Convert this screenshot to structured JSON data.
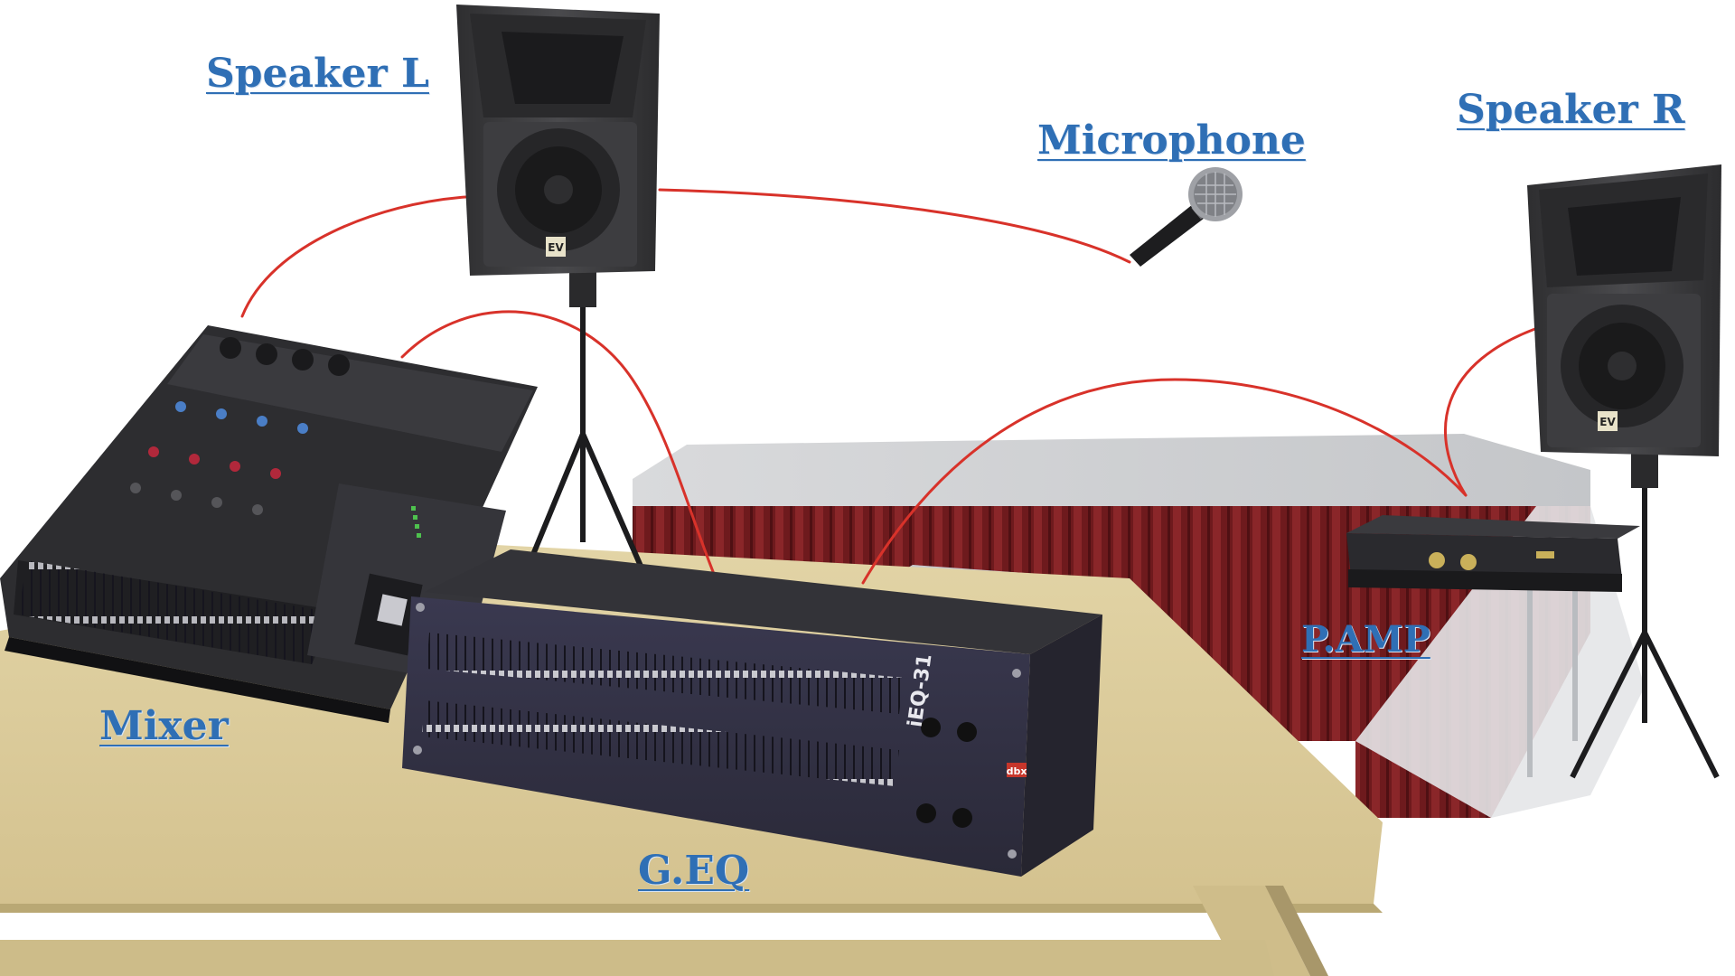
{
  "labels": {
    "speaker_left": "Speaker L",
    "speaker_right": "Speaker R",
    "microphone": "Microphone",
    "mixer": "Mixer",
    "geq": "G.EQ",
    "power_amp": "P.AMP"
  },
  "device_markings": {
    "speaker_brand": "EV",
    "geq_model": "iEQ-31",
    "geq_brand": "dbx"
  },
  "colors": {
    "label": "#2f6fb5",
    "cable": "#d8322a",
    "table": "#d9c99a",
    "curtain": "#7a1f22",
    "equipment": "#3a3a3c"
  }
}
